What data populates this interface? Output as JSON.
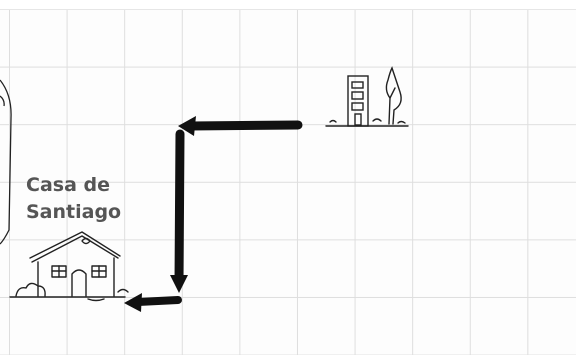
{
  "destination": {
    "name_line1": "Casa de",
    "name_line2": "Santiago"
  },
  "icons": {
    "origin": "building-with-tree-icon",
    "destination": "house-icon",
    "side": "mirror-frame-icon"
  },
  "route": {
    "segments": [
      "left",
      "down",
      "left"
    ]
  },
  "colors": {
    "ink": "#111111",
    "grid": "#dedede",
    "label": "#555555"
  }
}
